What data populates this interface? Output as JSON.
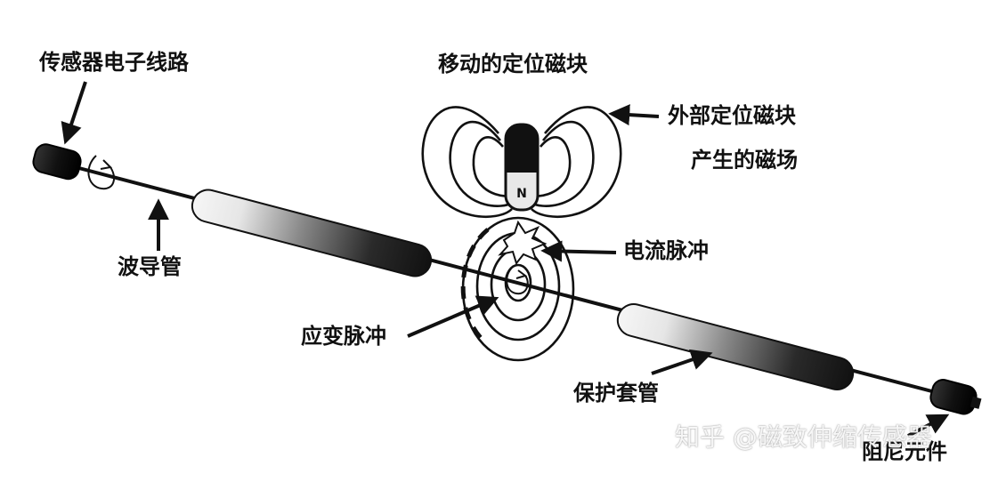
{
  "labels": {
    "sensor_circuit": "传感器电子线路",
    "moving_magnet": "移动的定位磁块",
    "external_field_line1": "外部定位磁块",
    "external_field_line2": "产生的磁场",
    "waveguide": "波导管",
    "current_pulse": "电流脉冲",
    "strain_pulse": "应变脉冲",
    "protective_sleeve": "保护套管",
    "damping_element": "阻尼元件",
    "magnet_pole": "N"
  },
  "watermark": "知乎 @磁致伸缩传感器",
  "colors": {
    "ink": "#111111",
    "sleeve_light": "#f4f4f4",
    "sleeve_dark": "#151515"
  }
}
